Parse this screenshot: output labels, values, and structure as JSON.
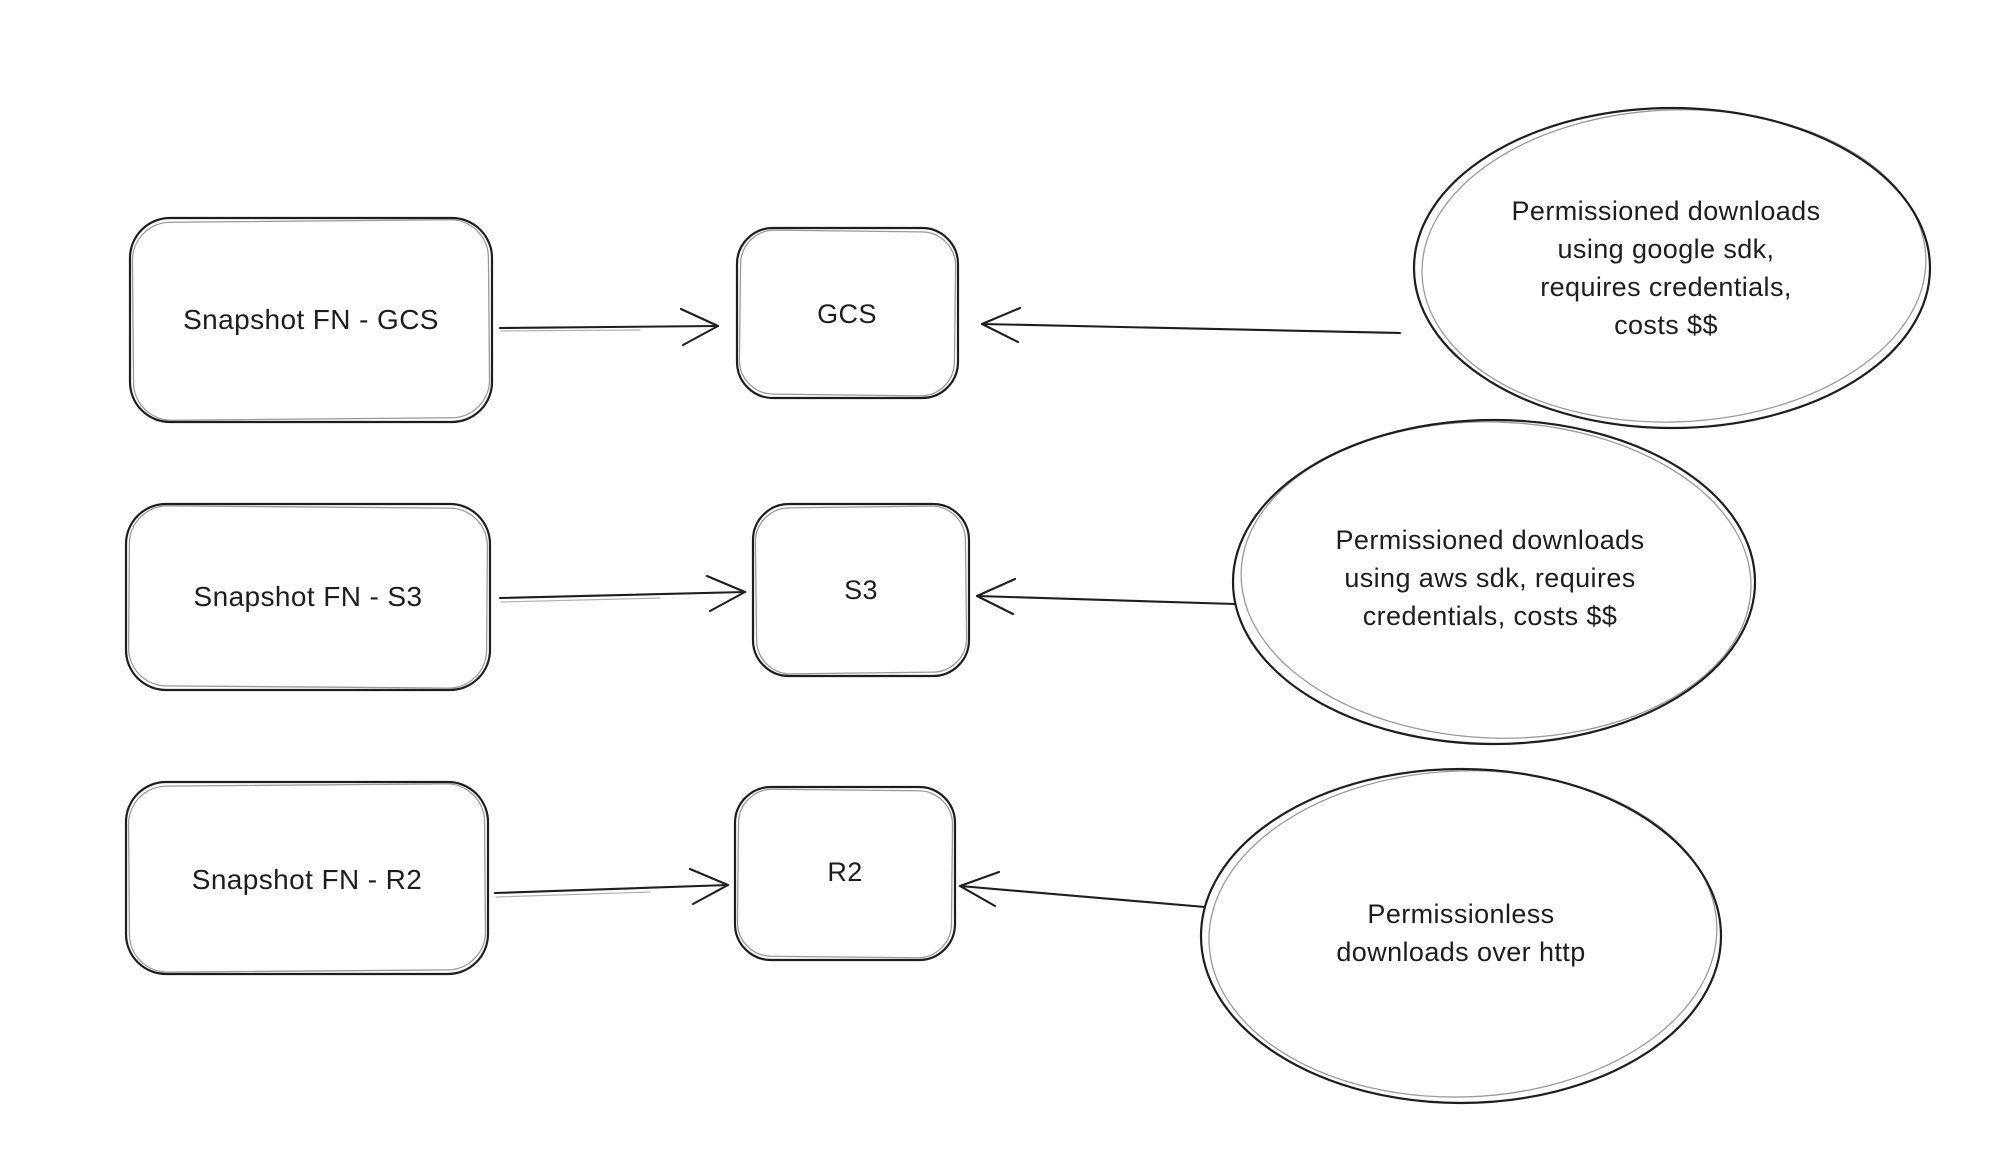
{
  "canvas": {
    "background_color": "#ffffff",
    "ink_color": "#1e1e1e"
  },
  "rows": [
    {
      "id": "gcs",
      "source_label": "Snapshot FN - GCS",
      "target_label": "GCS",
      "note_label": "Permissioned downloads\nusing google sdk,\nrequires credentials,\ncosts $$"
    },
    {
      "id": "s3",
      "source_label": "Snapshot FN - S3",
      "target_label": "S3",
      "note_label": "Permissioned downloads\nusing aws sdk, requires\ncredentials, costs $$"
    },
    {
      "id": "r2",
      "source_label": "Snapshot FN - R2",
      "target_label": "R2",
      "note_label": "Permissionless\ndownloads over http"
    }
  ]
}
